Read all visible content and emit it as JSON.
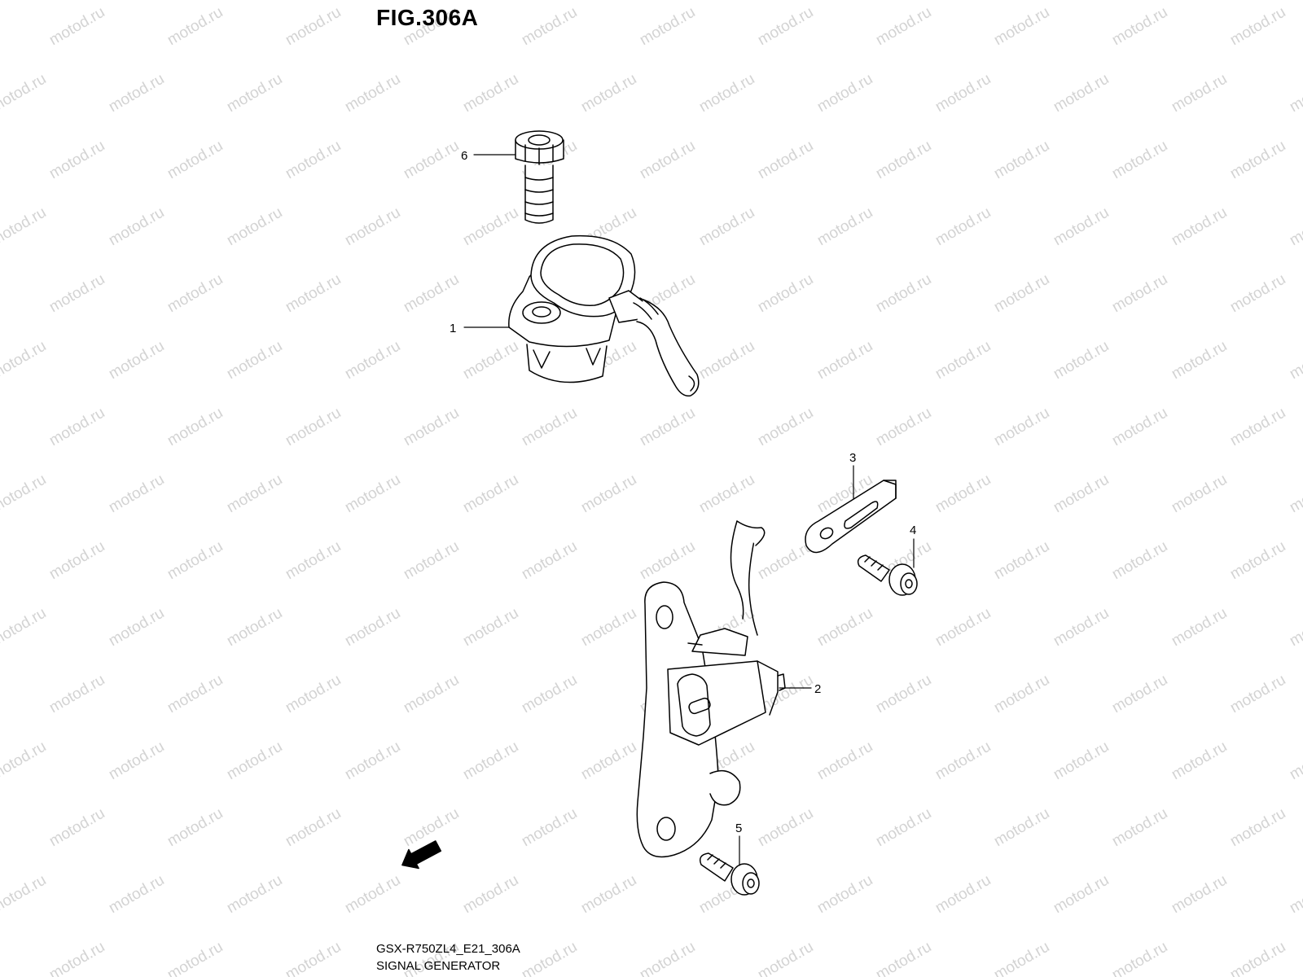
{
  "figure": {
    "title": "FIG.306A",
    "model_code": "GSX-R750ZL4_E21_306A",
    "caption": "SIGNAL GENERATOR"
  },
  "callouts": [
    "1",
    "2",
    "3",
    "4",
    "5",
    "6"
  ],
  "fwd_label": "FWD",
  "watermark": "motod.ru",
  "colors": {
    "line": "#000000",
    "watermark": "#d3d3d3",
    "background": "#ffffff"
  }
}
